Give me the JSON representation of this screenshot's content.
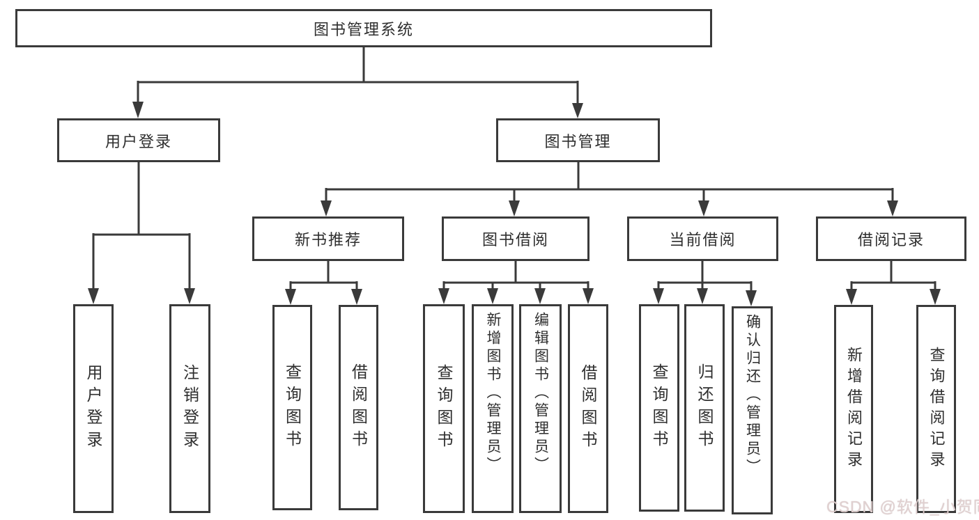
{
  "tree": {
    "root": {
      "label": "图书管理系统",
      "children": [
        {
          "label": "用户登录",
          "children": [
            {
              "label": "用户登录"
            },
            {
              "label": "注销登录"
            }
          ]
        },
        {
          "label": "图书管理",
          "children": [
            {
              "label": "新书推荐",
              "children": [
                {
                  "label": "查询图书"
                },
                {
                  "label": "借阅图书"
                }
              ]
            },
            {
              "label": "图书借阅",
              "children": [
                {
                  "label": "查询图书"
                },
                {
                  "label": "新增图书（管理员）"
                },
                {
                  "label": "编辑图书（管理员）"
                },
                {
                  "label": "借阅图书"
                }
              ]
            },
            {
              "label": "当前借阅",
              "children": [
                {
                  "label": "查询图书"
                },
                {
                  "label": "归还图书"
                },
                {
                  "label": "确认归还（管理员）"
                }
              ]
            },
            {
              "label": "借阅记录",
              "children": [
                {
                  "label": "新增借阅记录"
                },
                {
                  "label": "查询借阅记录"
                }
              ]
            }
          ]
        }
      ]
    }
  },
  "style": {
    "line_color": "#3a3a3a",
    "border_color": "#3a3a3a",
    "text_color": "#2e2e2e",
    "watermark_color": "#e2d1d1"
  },
  "watermark": {
    "text": "CSDN @软件_小贺同学"
  }
}
